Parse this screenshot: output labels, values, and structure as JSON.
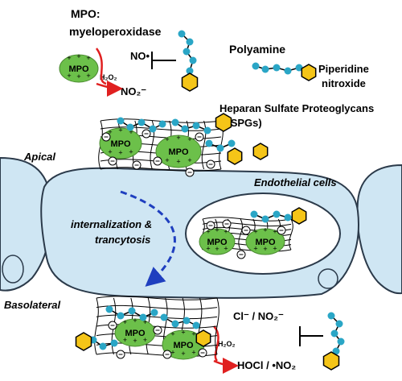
{
  "labels": {
    "mpo_title": "MPO:",
    "mpo_subtitle": "myeloperoxidase",
    "no_radical": "NO•",
    "h2o2_top": "H₂O₂",
    "no2_top": "NO₂⁻",
    "polyamine": "Polyamine",
    "piperidine": "Piperidine",
    "nitroxide": "nitroxide",
    "hspg_1": "Heparan Sulfate Proteoglycans",
    "hspg_2": "(HSPGs)",
    "apical": "Apical",
    "endothelial": "Endothelial cells",
    "intern_1": "internalization &",
    "intern_2": "trancytosis",
    "basolateral": "Basolateral",
    "cl_no2": "Cl⁻ / NO₂⁻",
    "h2o2_bottom": "H₂O₂",
    "hocl": "HOCl / •NO₂",
    "mpo": "MPO"
  },
  "colors": {
    "cell_fill": "#cfe6f3",
    "cell_stroke": "#2b3a4a",
    "mpo_fill": "#6cc04a",
    "bead": "#2aa6c6",
    "hexagon": "#f5c518",
    "arrow_red": "#e02020",
    "arrow_blue": "#1f3fbf"
  }
}
